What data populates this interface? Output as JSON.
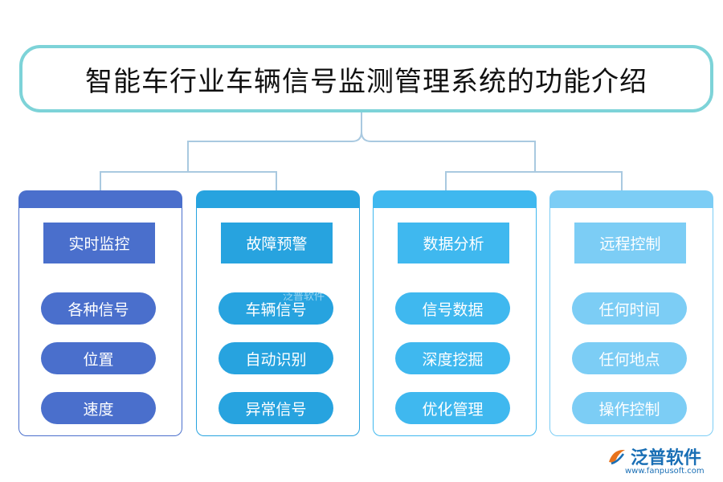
{
  "title": "智能车行业车辆信号监测管理系统的功能介绍",
  "categories": [
    {
      "name": "实时监控",
      "color": "#4a6fcc",
      "items": [
        "各种信号",
        "位置",
        "速度"
      ]
    },
    {
      "name": "故障预警",
      "color": "#27a3df",
      "items": [
        "车辆信号",
        "自动识别",
        "异常信号"
      ]
    },
    {
      "name": "数据分析",
      "color": "#3fb8ef",
      "items": [
        "信号数据",
        "深度挖掘",
        "优化管理"
      ]
    },
    {
      "name": "远程控制",
      "color": "#7ccdf5",
      "items": [
        "任何时间",
        "任何地点",
        "操作控制"
      ]
    }
  ],
  "watermark": "泛普软件",
  "brand": {
    "name": "泛普软件",
    "url": "www.fanpusoft.com"
  },
  "connector_color": "#a9c9e0"
}
